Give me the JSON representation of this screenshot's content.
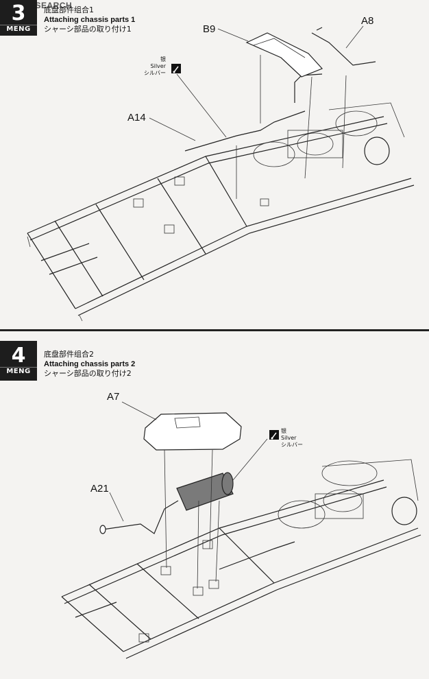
{
  "watermark": "HOBBY SEARCH",
  "steps": [
    {
      "number": "3",
      "brand": "MENG",
      "title_zh": "底盘部件组合1",
      "title_en": "Attaching chassis parts 1",
      "title_ja": "シャーシ部品の取り付け1",
      "part_labels": [
        "B9",
        "A8",
        "A14"
      ],
      "paint": {
        "zh": "银",
        "en": "Silver",
        "ja": "シルバー"
      }
    },
    {
      "number": "4",
      "brand": "MENG",
      "title_zh": "底盘部件组合2",
      "title_en": "Attaching chassis parts 2",
      "title_ja": "シャーシ部品の取り付け2",
      "part_labels": [
        "A7",
        "A21"
      ],
      "paint": {
        "zh": "银",
        "en": "Silver",
        "ja": "シルバー"
      }
    }
  ],
  "icons": {
    "paint_brush": "paint-brush-icon"
  }
}
